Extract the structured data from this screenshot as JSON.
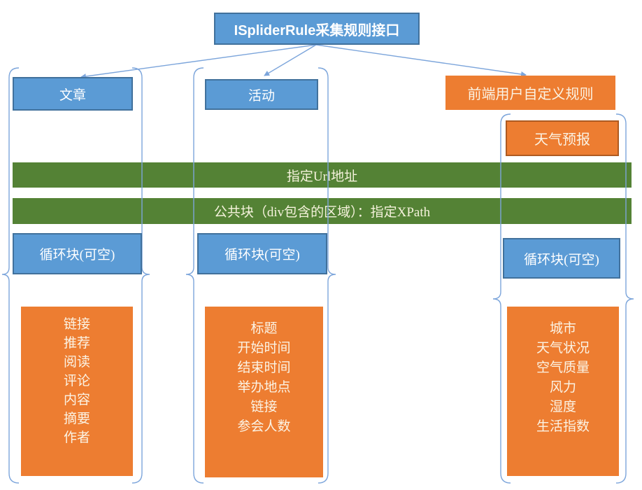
{
  "title": "ISpliderRule采集规则接口",
  "bars": [
    {
      "label": "指定Url地址"
    },
    {
      "label": "公共块（div包含的区域）：指定XPath"
    }
  ],
  "columns": [
    {
      "header": "文章",
      "loop_label": "循环块(可空)",
      "fields": [
        "链接",
        "推荐",
        "阅读",
        "评论",
        "内容",
        "摘要",
        "作者"
      ]
    },
    {
      "header": "活动",
      "loop_label": "循环块(可空)",
      "fields": [
        "标题",
        "开始时间",
        "结束时间",
        "举办地点",
        "链接",
        "参会人数"
      ]
    },
    {
      "header": "前端用户自定义规则",
      "subheader": "天气预报",
      "loop_label": "循环块(可空)",
      "fields": [
        "城市",
        "天气状况",
        "空气质量",
        "风力",
        "湿度",
        "生活指数"
      ]
    }
  ],
  "colors": {
    "blue_fill": "#5B9BD5",
    "blue_border": "#41719C",
    "orange_fill": "#ED7D31",
    "orange_border": "#AE5A21",
    "green_fill": "#548235",
    "connector_blue": "#7CA5DB"
  }
}
